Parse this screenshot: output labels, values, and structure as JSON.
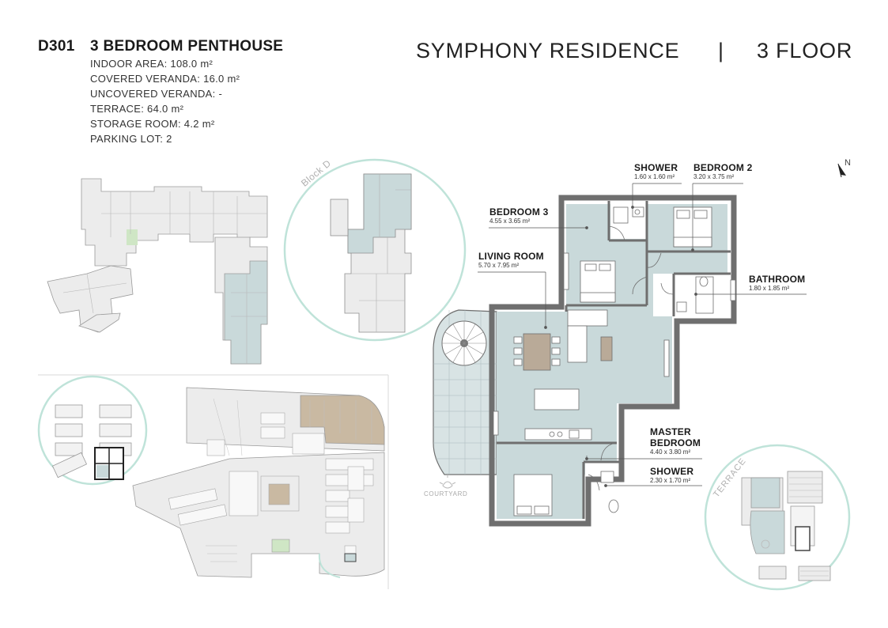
{
  "unit": {
    "code": "D301",
    "type": "3 BEDROOM PENTHOUSE",
    "specs": [
      "INDOOR AREA: 108.0 m²",
      "COVERED VERANDA: 16.0 m²",
      "UNCOVERED VERANDA: -",
      "TERRACE: 64.0 m²",
      "STORAGE ROOM: 4.2 m²",
      "PARKING LOT: 2"
    ]
  },
  "header": {
    "project": "SYMPHONY RESIDENCE",
    "divider": "|",
    "floor": "3 FLOOR"
  },
  "rooms": [
    {
      "name": "SHOWER",
      "dim": "1.60 x 1.60 m²"
    },
    {
      "name": "BEDROOM 2",
      "dim": "3.20 x 3.75 m²"
    },
    {
      "name": "BEDROOM 3",
      "dim": "4.55 x 3.65 m²"
    },
    {
      "name": "LIVING ROOM",
      "dim": "5.70 x 7.95 m²"
    },
    {
      "name": "BATHROOM",
      "dim": "1.80 x 1.85 m²"
    },
    {
      "name": "MASTER",
      "name2": "BEDROOM",
      "dim": "4.40 x 3.80 m²"
    },
    {
      "name": "SHOWER",
      "dim": "2.30 x 1.70 m²"
    }
  ],
  "labels": {
    "block": "Block D",
    "terrace": "TERRACE",
    "courtyard": "COURTYARD",
    "north": "N"
  },
  "colors": {
    "highlight": "#c9d9da",
    "wall": "#6f6f6f",
    "circle": "#bfe3d9",
    "building_gray": "#ececec",
    "wood": "#c9b9a2",
    "green": "#cfe6c5"
  }
}
